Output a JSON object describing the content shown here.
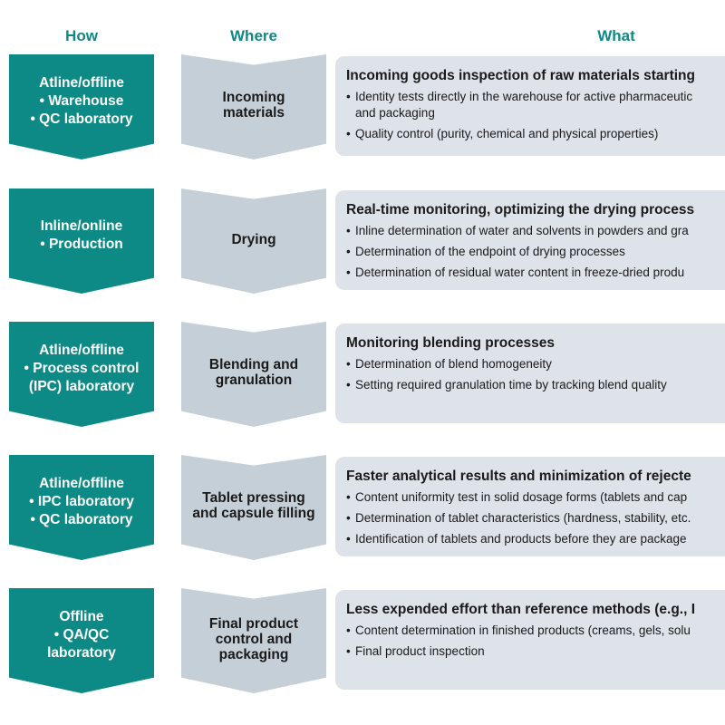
{
  "headers": {
    "how": "How",
    "where": "Where",
    "what": "What"
  },
  "rows": [
    {
      "how": [
        "Atline/offline",
        "• Warehouse",
        "• QC laboratory"
      ],
      "where": [
        "Incoming",
        "materials"
      ],
      "what_title": "Incoming goods inspection of raw materials starting",
      "bullets": [
        {
          "lines": [
            "Identity tests directly in the warehouse for active pharmaceutic",
            "and packaging"
          ]
        },
        {
          "lines": [
            "Quality control (purity, chemical and physical properties)"
          ]
        }
      ]
    },
    {
      "how": [
        "Inline/online",
        "• Production"
      ],
      "where": [
        "Drying"
      ],
      "what_title": "Real-time monitoring, optimizing the drying process",
      "bullets": [
        {
          "lines": [
            "Inline determination of water and solvents in powders and gra"
          ]
        },
        {
          "lines": [
            "Determination of the endpoint of drying processes"
          ]
        },
        {
          "lines": [
            "Determination of residual water content in freeze-dried produ"
          ]
        }
      ]
    },
    {
      "how": [
        "Atline/offline",
        "• Process control",
        "(IPC) laboratory"
      ],
      "where": [
        "Blending and",
        "granulation"
      ],
      "what_title": "Monitoring blending processes",
      "bullets": [
        {
          "lines": [
            "Determination of blend homogeneity"
          ]
        },
        {
          "lines": [
            "Setting required granulation time by tracking blend quality"
          ]
        }
      ]
    },
    {
      "how": [
        "Atline/offline",
        "• IPC laboratory",
        "• QC laboratory"
      ],
      "where": [
        "Tablet pressing",
        "and capsule filling"
      ],
      "what_title": "Faster analytical results and minimization of rejecte",
      "bullets": [
        {
          "lines": [
            "Content uniformity test in solid dosage forms (tablets and cap"
          ]
        },
        {
          "lines": [
            "Determination of tablet characteristics (hardness, stability, etc."
          ]
        },
        {
          "lines": [
            "Identification of tablets and products before they are package"
          ]
        }
      ]
    },
    {
      "how": [
        "Offline",
        "• QA/QC",
        "laboratory"
      ],
      "where": [
        "Final product",
        "control and",
        "packaging"
      ],
      "what_title": "Less expended effort than reference methods (e.g., I",
      "bullets": [
        {
          "lines": [
            "Content determination in finished products (creams, gels, solu"
          ]
        },
        {
          "lines": [
            "Final product inspection"
          ]
        }
      ]
    }
  ],
  "bullet_char": "•",
  "colors": {
    "how_fill": "#0e8a86",
    "where_fill": "#c5cfd8",
    "what_fill": "#dde3e9",
    "header_text": "#0e8a86"
  }
}
